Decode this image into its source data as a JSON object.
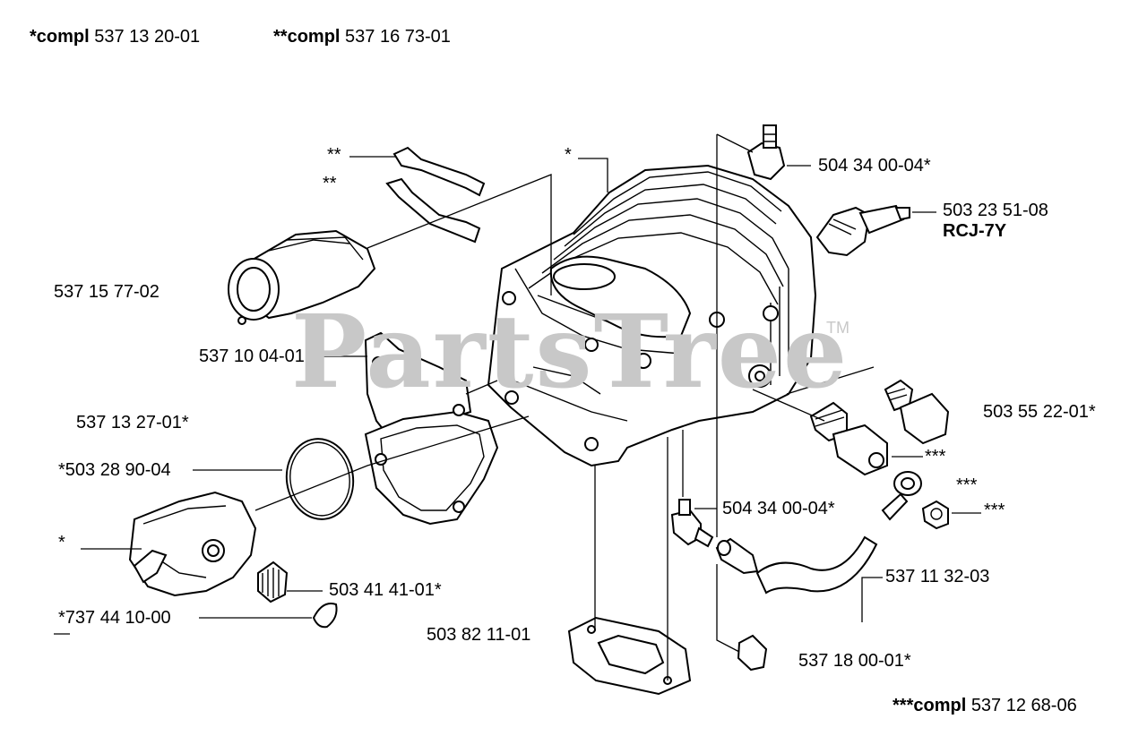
{
  "header": {
    "compl1_prefix": "*compl",
    "compl1_number": "537 13 20-01",
    "compl2_prefix": "**compl",
    "compl2_number": "537 16 73-01"
  },
  "footer": {
    "compl3_prefix": "***compl",
    "compl3_number": "537 12 68-06"
  },
  "watermark": {
    "text": "PartsTree",
    "tm": "TM"
  },
  "labels": {
    "star_top": "*",
    "star_left": "*",
    "dbl_star_1": "**",
    "dbl_star_2": "**",
    "triple_star_1": "***",
    "triple_star_2": "***",
    "triple_star_3": "***",
    "p504_34_00_04_a": "504 34 00-04*",
    "p503_23_51_08": "503 23 51-08",
    "rcj_7y": "RCJ-7Y",
    "p537_15_77_02": "537 15 77-02",
    "p537_10_04_01": "537 10 04-01",
    "p537_13_27_01": "537 13 27-01*",
    "p503_28_90_04": "*503 28 90-04",
    "p503_55_22_01": "503 55 22-01*",
    "p504_34_00_04_b": "504 34 00-04*",
    "p503_41_41_01": "503 41 41-01*",
    "p737_44_10_00": "*737 44 10-00",
    "p537_11_32_03": "537 11 32-03",
    "p503_82_11_01": "503 82 11-01",
    "p537_18_00_01": "537 18 00-01*"
  }
}
